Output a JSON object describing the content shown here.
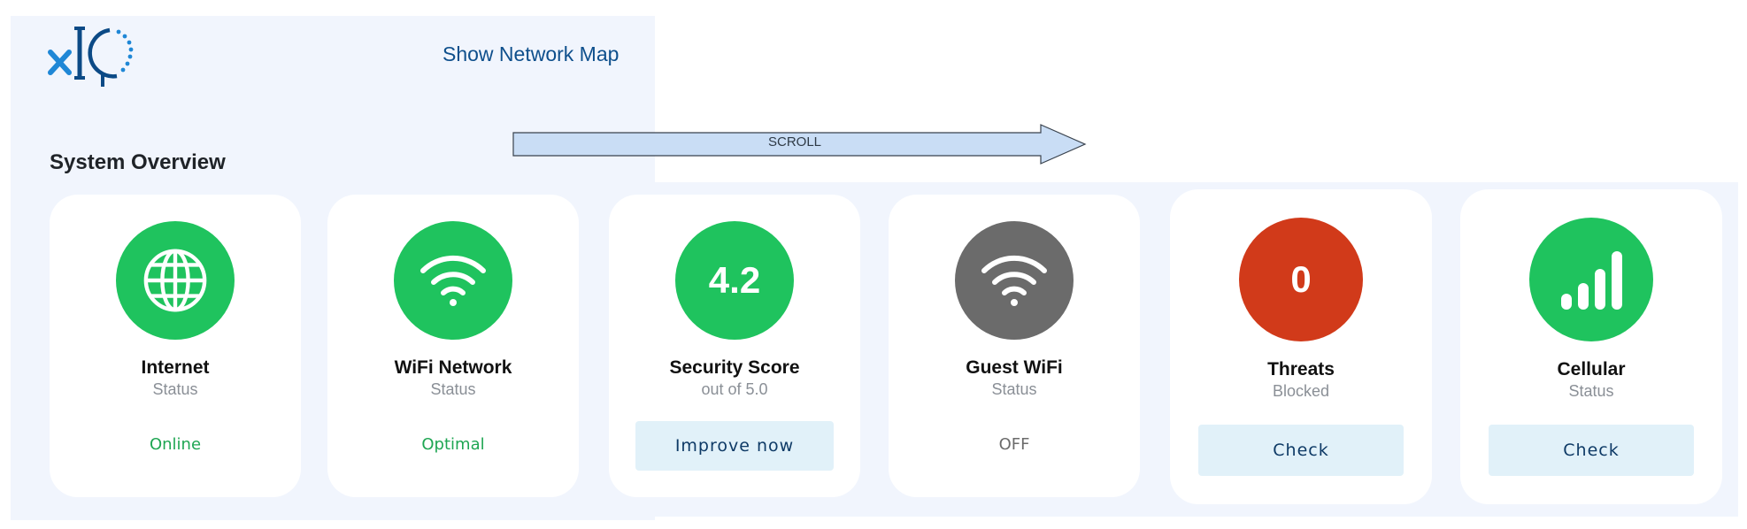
{
  "header": {
    "network_map_link": "Show Network Map"
  },
  "overlay": {
    "scroll_label": "SCROLL"
  },
  "overview": {
    "title": "System Overview",
    "cards": [
      {
        "title": "Internet",
        "subtitle": "Status",
        "status": "Online",
        "icon": "globe-icon",
        "circle_color": "#1fc35e",
        "status_color": "#1fa653"
      },
      {
        "title": "WiFi Network",
        "subtitle": "Status",
        "status": "Optimal",
        "icon": "wifi-icon",
        "circle_color": "#1fc35e",
        "status_color": "#1fa653"
      },
      {
        "title": "Security Score",
        "subtitle": "out of 5.0",
        "value": "4.2",
        "button": "Improve now",
        "circle_color": "#1fc35e"
      },
      {
        "title": "Guest WiFi",
        "subtitle": "Status",
        "status": "OFF",
        "icon": "wifi-icon",
        "circle_color": "#6b6b6b",
        "status_color": "#6b6b6b"
      },
      {
        "title": "Threats",
        "subtitle": "Blocked",
        "value": "0",
        "button": "Check",
        "circle_color": "#d13a1a"
      },
      {
        "title": "Cellular",
        "subtitle": "Status",
        "button": "Check",
        "icon": "signal-bars-icon",
        "circle_color": "#1fc35e"
      }
    ]
  }
}
